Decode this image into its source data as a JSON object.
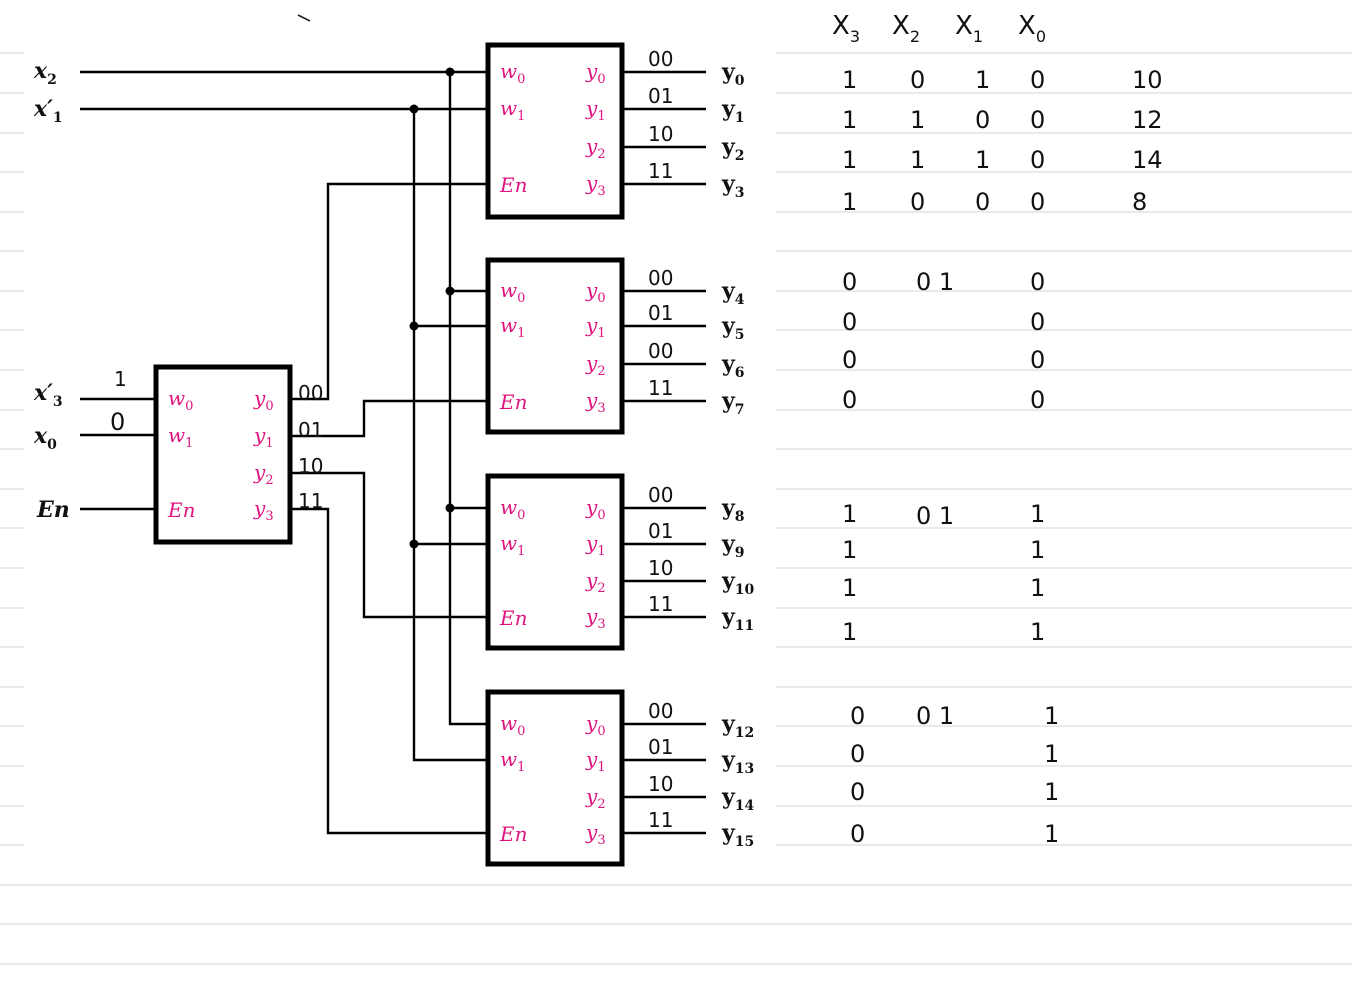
{
  "inputs": {
    "x2": {
      "base": "x",
      "sub": "2"
    },
    "x1p": {
      "base": "x′",
      "sub": "1"
    },
    "x3p": {
      "base": "x′",
      "sub": "3"
    },
    "x0": {
      "base": "x",
      "sub": "0"
    },
    "en": "En"
  },
  "pins": {
    "w": "w",
    "y": "y",
    "en": "En",
    "sub0": "0",
    "sub1": "1",
    "sub2": "2",
    "sub3": "3"
  },
  "outputs": [
    {
      "base": "y",
      "sub": "0"
    },
    {
      "base": "y",
      "sub": "1"
    },
    {
      "base": "y",
      "sub": "2"
    },
    {
      "base": "y",
      "sub": "3"
    },
    {
      "base": "y",
      "sub": "4"
    },
    {
      "base": "y",
      "sub": "5"
    },
    {
      "base": "y",
      "sub": "6"
    },
    {
      "base": "y",
      "sub": "7"
    },
    {
      "base": "y",
      "sub": "8"
    },
    {
      "base": "y",
      "sub": "9"
    },
    {
      "base": "y",
      "sub": "10"
    },
    {
      "base": "y",
      "sub": "11"
    },
    {
      "base": "y",
      "sub": "12"
    },
    {
      "base": "y",
      "sub": "13"
    },
    {
      "base": "y",
      "sub": "14"
    },
    {
      "base": "y",
      "sub": "15"
    }
  ],
  "annotations": {
    "input_x3p_value": "1",
    "input_x0_value": "0",
    "first_stage_codes": [
      "00",
      "01",
      "10",
      "11"
    ],
    "output_codes": [
      "00",
      "01",
      "10",
      "11",
      "00",
      "01",
      "00",
      "11",
      "00",
      "01",
      "10",
      "11",
      "00",
      "01",
      "10",
      "11"
    ]
  },
  "table": {
    "headers": [
      {
        "base": "X",
        "sub": "3"
      },
      {
        "base": "X",
        "sub": "2"
      },
      {
        "base": "X",
        "sub": "1"
      },
      {
        "base": "X",
        "sub": "0"
      }
    ],
    "groups": [
      {
        "rows": [
          {
            "x3": "1",
            "x2": "0",
            "x1": "1",
            "x0": "0",
            "dec": "10"
          },
          {
            "x3": "1",
            "x2": "1",
            "x1": "0",
            "x0": "0",
            "dec": "12"
          },
          {
            "x3": "1",
            "x2": "1",
            "x1": "1",
            "x0": "0",
            "dec": "14"
          },
          {
            "x3": "1",
            "x2": "0",
            "x1": "0",
            "x0": "0",
            "dec": "8"
          }
        ]
      },
      {
        "x2x1": "0 1",
        "rows": [
          {
            "x3": "0",
            "x0": "0"
          },
          {
            "x3": "0",
            "x0": "0"
          },
          {
            "x3": "0",
            "x0": "0"
          },
          {
            "x3": "0",
            "x0": "0"
          }
        ]
      },
      {
        "x2x1": "0 1",
        "rows": [
          {
            "x3": "1",
            "x0": "1"
          },
          {
            "x3": "1",
            "x0": "1"
          },
          {
            "x3": "1",
            "x0": "1"
          },
          {
            "x3": "1",
            "x0": "1"
          }
        ]
      },
      {
        "x2x1": "0 1",
        "rows": [
          {
            "x3": "0",
            "x0": "1"
          },
          {
            "x3": "0",
            "x0": "1"
          },
          {
            "x3": "0",
            "x0": "1"
          },
          {
            "x3": "0",
            "x0": "1"
          }
        ]
      }
    ]
  }
}
